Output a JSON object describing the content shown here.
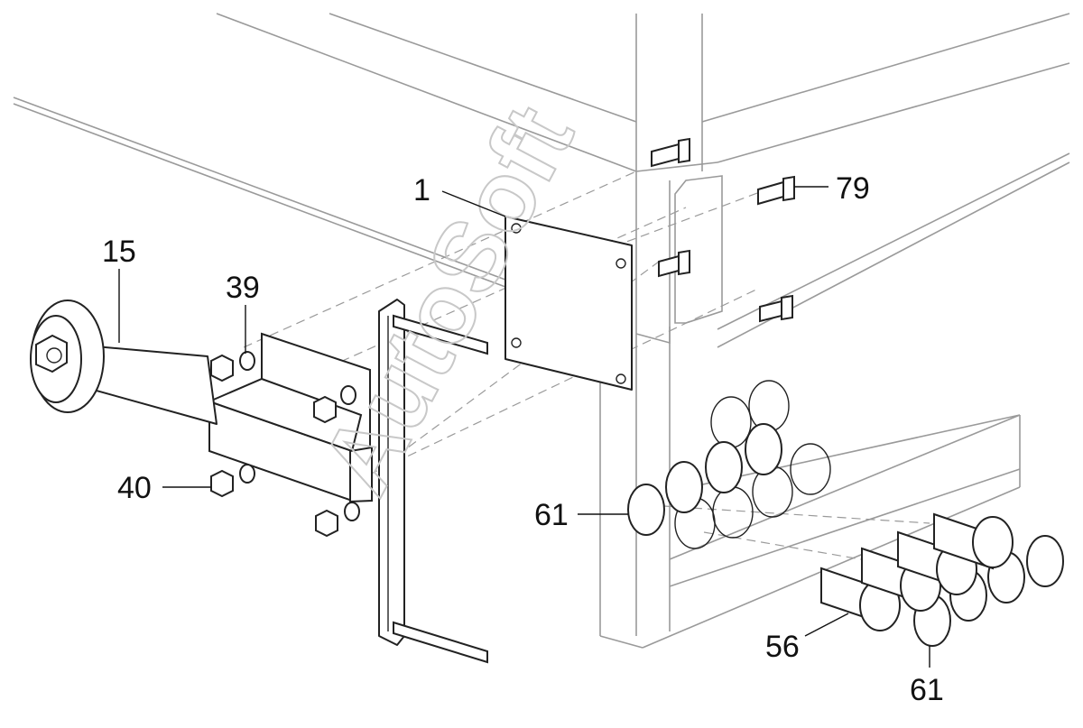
{
  "watermark": "AutoSoft",
  "callouts": {
    "part_1": "1",
    "part_15": "15",
    "part_39": "39",
    "part_40": "40",
    "part_56": "56",
    "part_61_left": "61",
    "part_61_bottom": "61",
    "part_79": "79"
  }
}
